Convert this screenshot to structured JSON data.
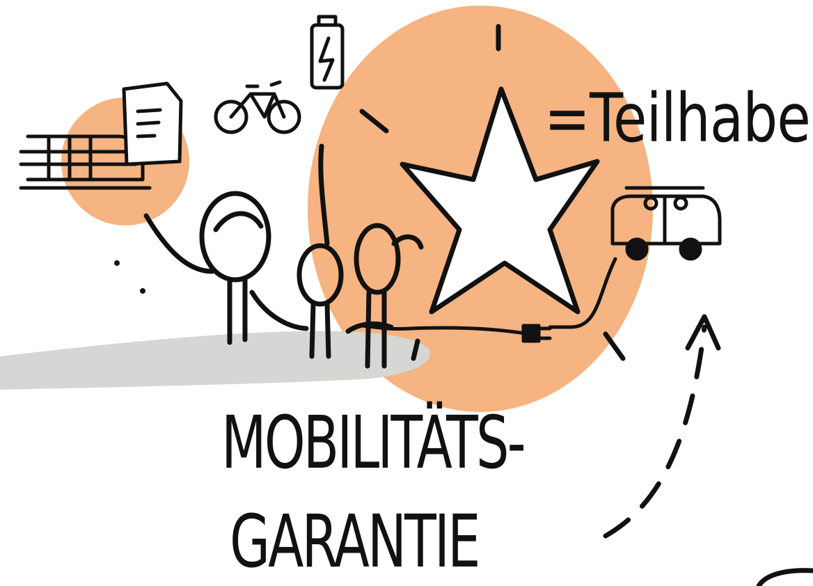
{
  "texts": {
    "teilhabe": "=Teilhabe",
    "mobilitaets": "MOBILITÄTS-",
    "garantie": "GARANTIE"
  },
  "colors": {
    "accent_orange": "#f5b482",
    "shadow_grey": "#d6d6d4",
    "ink": "#111111"
  },
  "icons": [
    "train-icon",
    "document-icon",
    "bicycle-icon",
    "battery-icon",
    "star-icon",
    "car-icon",
    "plug-icon",
    "arrow-icon",
    "people-icon"
  ]
}
